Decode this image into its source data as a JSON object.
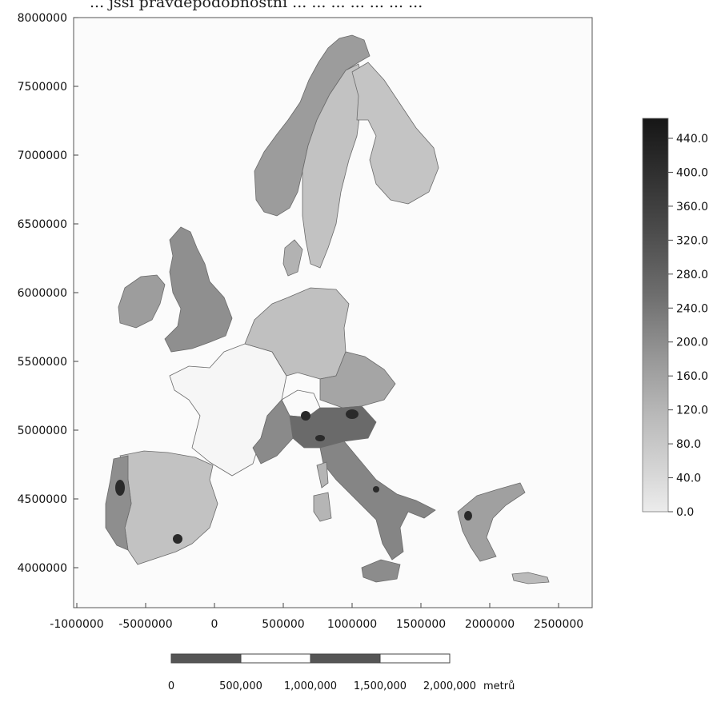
{
  "header": {
    "caption_fragment": "... jšší pravděpodobnostní ... ... ... ... ... ... ..."
  },
  "map": {
    "y_ticks": [
      "8000000",
      "7500000",
      "7000000",
      "6500000",
      "6000000",
      "5500000",
      "5000000",
      "4500000",
      "4000000"
    ],
    "x_ticks": [
      "-1000000",
      "-5000000",
      "0",
      "500000",
      "1000000",
      "1500000",
      "2000000",
      "2500000"
    ],
    "x_values": [
      -1000000,
      -500000,
      0,
      500000,
      1000000,
      1500000,
      2000000,
      2500000
    ],
    "y_values": [
      8000000,
      7500000,
      7000000,
      6500000,
      6000000,
      5500000,
      5000000,
      4500000,
      4000000
    ],
    "xlim": [
      -1000000,
      2800000
    ],
    "ylim": [
      3700000,
      8000000
    ]
  },
  "legend": {
    "ticks": [
      "440.0",
      "400.0",
      "360.0",
      "320.0",
      "280.0",
      "240.0",
      "200.0",
      "160.0",
      "120.0",
      "80.0",
      "40.0",
      "0.0"
    ],
    "values": [
      440,
      400,
      360,
      320,
      280,
      240,
      200,
      160,
      120,
      80,
      40,
      0
    ],
    "range": [
      0,
      470
    ]
  },
  "scalebar": {
    "labels": [
      "0",
      "500,000",
      "1,000,000",
      "1,500,000",
      "2,000,000"
    ],
    "unit": "metrů"
  }
}
